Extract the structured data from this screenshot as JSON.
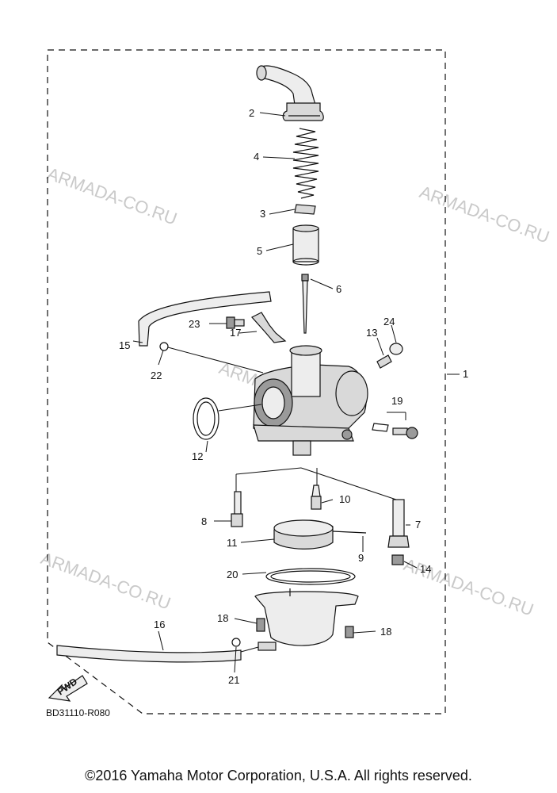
{
  "diagram_code": "BD31110-R080",
  "copyright": "©2016 Yamaha Motor Corporation, U.S.A. All rights reserved.",
  "watermark": "ARMADA-CO.RU",
  "fwd_label": "FWD",
  "callouts": {
    "c1": "1",
    "c2": "2",
    "c3": "3",
    "c4": "4",
    "c5": "5",
    "c6": "6",
    "c7": "7",
    "c8": "8",
    "c9": "9",
    "c10": "10",
    "c11": "11",
    "c12": "12",
    "c13": "13",
    "c14": "14",
    "c15": "15",
    "c16": "16",
    "c17": "17",
    "c18a": "18",
    "c18b": "18",
    "c19": "19",
    "c20": "20",
    "c21": "21",
    "c22": "22",
    "c23": "23",
    "c24": "24"
  }
}
